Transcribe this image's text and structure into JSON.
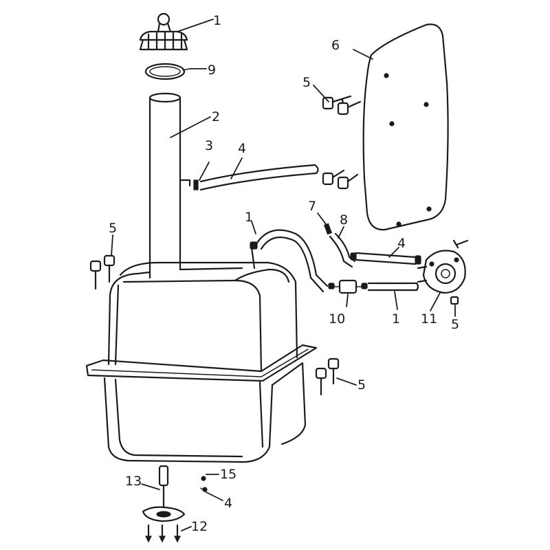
{
  "callouts": {
    "c1_cap": "1",
    "c9_ring": "9",
    "c2_neck": "2",
    "c3_clamp": "3",
    "c4_upper_hose": "4",
    "c5_upper_bolts": "5",
    "c6_cover": "6",
    "c5_left_bolts": "5",
    "c1_hose": "1",
    "c7_clip": "7",
    "c8_hose": "8",
    "c4_mid_hose": "4",
    "c10_filter": "10",
    "c1_lower_hose": "1",
    "c11_pump": "11",
    "c5_pump_bolt": "5",
    "c5_right_bolts": "5",
    "c13_gauge": "13",
    "c15_screw": "15",
    "c4_lower": "4",
    "c12_bolts": "12"
  },
  "colors": {
    "line": "#1a1a1a",
    "background": "#ffffff"
  }
}
